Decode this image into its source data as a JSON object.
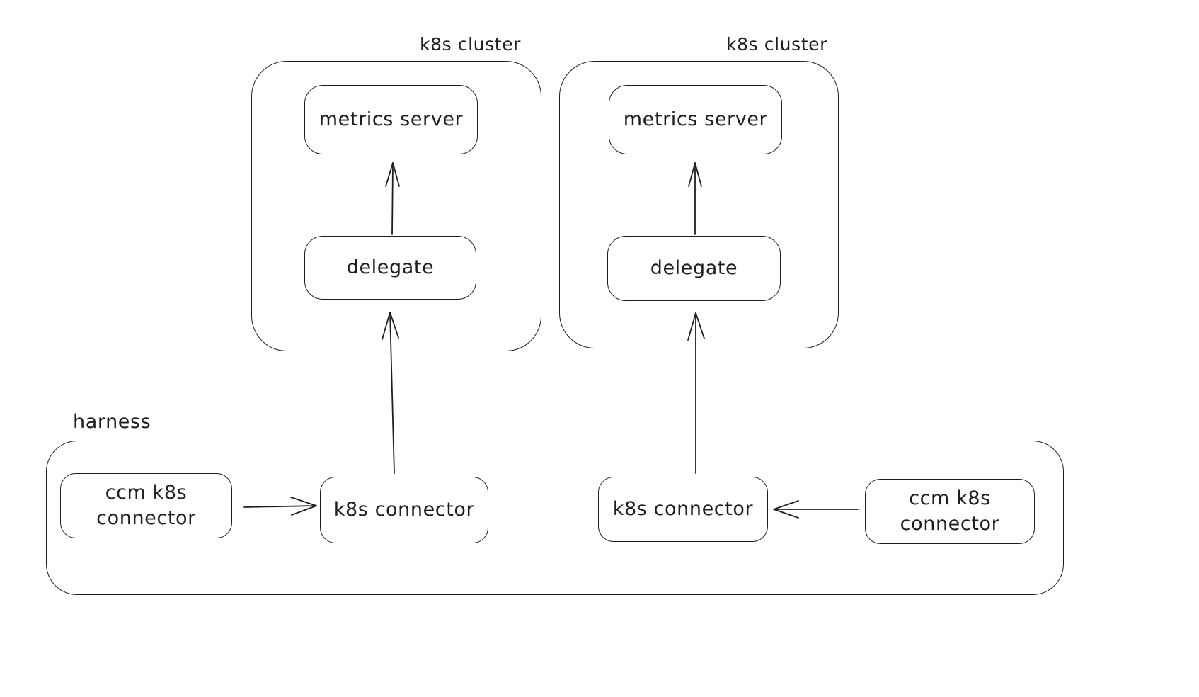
{
  "colors": {
    "stroke": "#1e1e1e",
    "background": "#ffffff"
  },
  "clusters": [
    {
      "label": "k8s cluster",
      "nodes": {
        "metrics_server": "metrics server",
        "delegate": "delegate"
      }
    },
    {
      "label": "k8s cluster",
      "nodes": {
        "metrics_server": "metrics server",
        "delegate": "delegate"
      }
    }
  ],
  "harness": {
    "label": "harness",
    "nodes": {
      "ccm_left_line1": "ccm k8s",
      "ccm_left_line2": "connector",
      "k8s_left": "k8s connector",
      "k8s_right": "k8s connector",
      "ccm_right_line1": "ccm k8s",
      "ccm_right_line2": "connector"
    }
  },
  "edges": [
    {
      "from": "delegate (cluster 1)",
      "to": "metrics server (cluster 1)"
    },
    {
      "from": "delegate (cluster 2)",
      "to": "metrics server (cluster 2)"
    },
    {
      "from": "k8s connector (left)",
      "to": "delegate (cluster 1)"
    },
    {
      "from": "k8s connector (right)",
      "to": "delegate (cluster 2)"
    },
    {
      "from": "ccm k8s connector (left)",
      "to": "k8s connector (left)"
    },
    {
      "from": "ccm k8s connector (right)",
      "to": "k8s connector (right)"
    }
  ]
}
